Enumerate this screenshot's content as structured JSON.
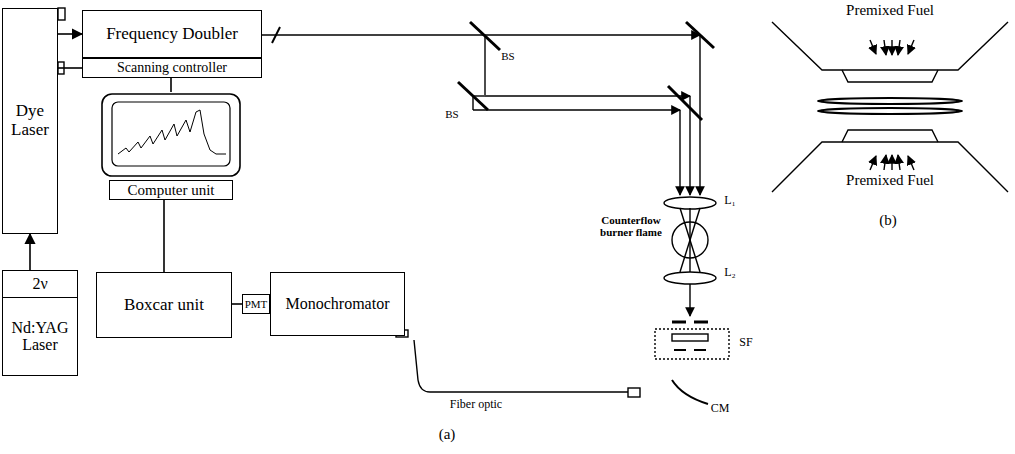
{
  "diagram": {
    "nodes": [
      {
        "text": [
          "Dye Laser"
        ]
      },
      {
        "text": [
          "Frequency Doubler"
        ]
      },
      {
        "text": [
          "Scanning controller"
        ]
      },
      {
        "text": [
          "Computer unit"
        ]
      },
      {
        "text": [
          "2ν",
          "Nd:YAG Laser"
        ]
      },
      {
        "text": [
          "Boxcar unit"
        ]
      },
      {
        "text": [
          "PMT"
        ]
      },
      {
        "text": [
          "Monochromator"
        ]
      }
    ],
    "edges": [
      {
        "from": 0,
        "to": 1,
        "arrow": "to"
      },
      {
        "from": 4,
        "to": 0,
        "arrow": "to"
      },
      {
        "from": 2,
        "to": 0,
        "arrow": "none"
      },
      {
        "from": 2,
        "to": 3,
        "arrow": "none"
      },
      {
        "from": 3,
        "to": 5,
        "arrow": "none"
      },
      {
        "from": 5,
        "to": 6,
        "arrow": "none"
      }
    ],
    "labels": [
      "BS",
      "BS",
      "L₁",
      "Counterflow burner flame",
      "L₂",
      "SF",
      "CM",
      "Fiber optic",
      "(a)",
      "Premixed Fuel",
      "Premixed Fuel",
      "(b)"
    ]
  }
}
